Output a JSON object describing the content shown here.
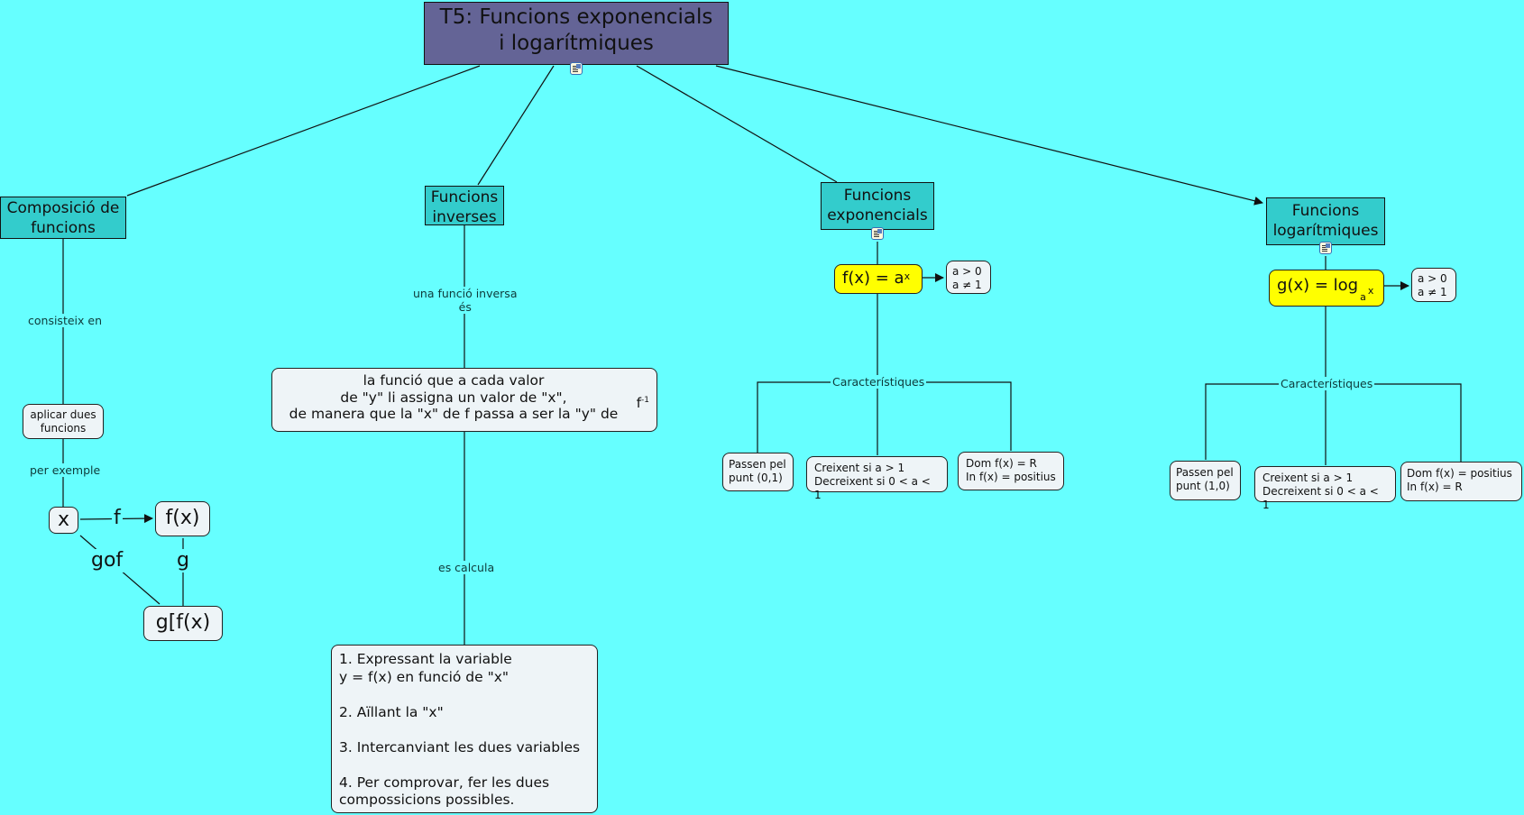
{
  "map": {
    "title": "T5: Funcions exponencials i logarítmiques",
    "title_lines": [
      "T5: Funcions exponencials",
      "i logarítmiques"
    ],
    "background_color": "#66ffff",
    "title_color": "#646496",
    "topic_color": "#33cccc",
    "highlight_color": "#ffff00",
    "leaf_color": "#eef4f7",
    "note_icon": "note-icon"
  },
  "composition": {
    "topic_lines": [
      "Composició de",
      "funcions"
    ],
    "link1": "consisteix en",
    "leaf1_lines": [
      "aplicar dues",
      "funcions"
    ],
    "link2": "per exemple",
    "example": {
      "x": "x",
      "f_label": "f",
      "fx": "f(x)",
      "gof_label": "gof",
      "g_label": "g",
      "gfx": "g[f(x)"
    }
  },
  "inverse": {
    "topic_lines": [
      "Funcions",
      "inverses"
    ],
    "link1_lines": [
      "una funció inversa",
      "és"
    ],
    "definition_lines": [
      "la funció que a cada valor",
      "de \"y\" li assigna un valor de \"x\",",
      "de manera que la \"x\" de f passa a ser la \"y\" de"
    ],
    "finv_base": "f",
    "finv_exp": "-1",
    "link2": "es calcula",
    "steps": [
      [
        "1. Expressant la variable",
        "y = f(x) en funció de \"x\""
      ],
      [
        "2. Aïllant la \"x\""
      ],
      [
        "3. Intercanviant les dues variables"
      ],
      [
        "4. Per comprovar, fer les dues",
        "compossicions possibles."
      ]
    ]
  },
  "exponential": {
    "topic_lines": [
      "Funcions",
      "exponencials"
    ],
    "formula_base": "f(x) = a",
    "formula_exp": "x",
    "conditions": [
      "a > 0",
      "a ≠ 1"
    ],
    "link": "Característiques",
    "features": [
      [
        "Passen pel",
        "punt (0,1)"
      ],
      [
        "Creixent si a > 1",
        "Decreixent si 0 < a < 1"
      ],
      [
        "Dom f(x) = R",
        "In f(x) = positius"
      ]
    ]
  },
  "logarithmic": {
    "topic_lines": [
      "Funcions",
      "logarítmiques"
    ],
    "formula_base": "g(x) = log",
    "formula_sub": "a",
    "formula_arg": "x",
    "conditions": [
      "a > 0",
      "a ≠ 1"
    ],
    "link": "Característiques",
    "features": [
      [
        "Passen pel",
        "punt (1,0)"
      ],
      [
        "Creixent si a > 1",
        "Decreixent si 0 < a < 1"
      ],
      [
        "Dom f(x) = positius",
        "In f(x) = R"
      ]
    ]
  }
}
